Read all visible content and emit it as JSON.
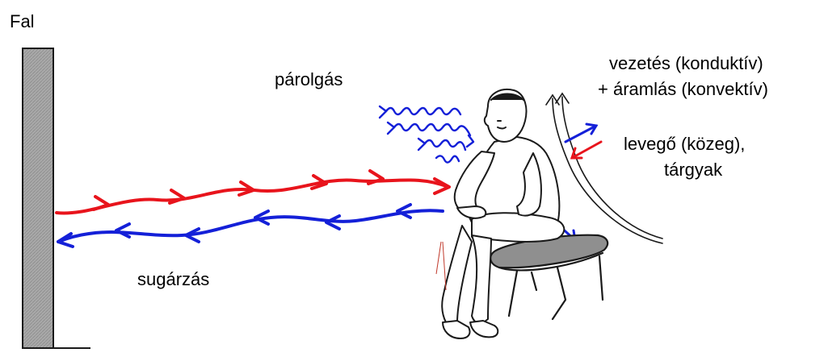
{
  "labels": {
    "wall": "Fal",
    "evaporation": "párolgás",
    "radiation": "sugárzás",
    "conduction": "vezetés (konduktív)",
    "convection": "+ áramlás (konvektív)",
    "medium_line1": "levegő (közeg),",
    "medium_line2": "tárgyak"
  },
  "colors": {
    "outgoing": "#e8141c",
    "incoming": "#1420d8",
    "wall": "#a9a9a9",
    "stool_seat": "#8f8f8f",
    "outline": "#1a1a1a"
  }
}
